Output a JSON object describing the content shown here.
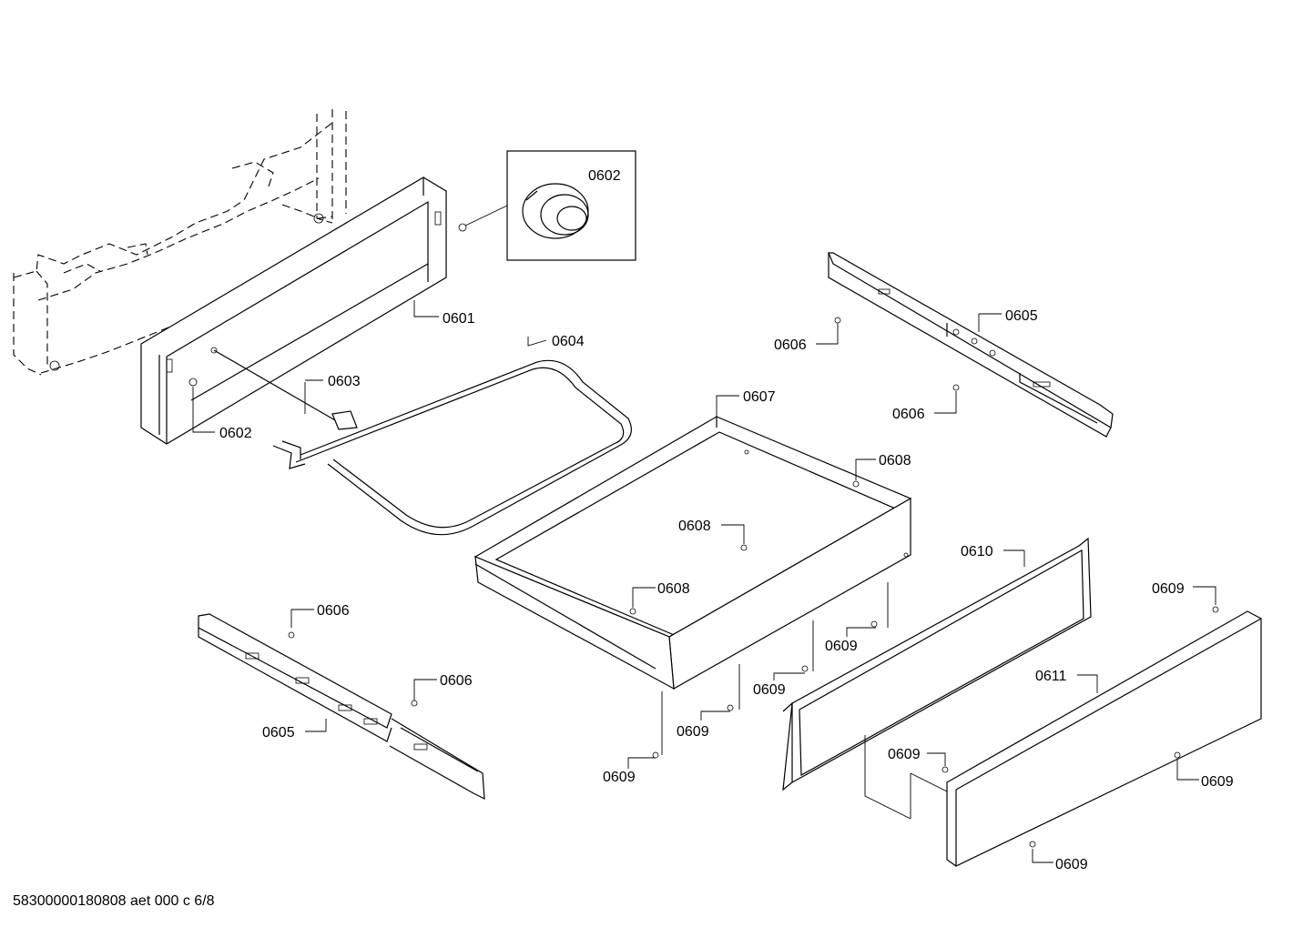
{
  "diagram": {
    "labels": {
      "c0601": "0601",
      "c0602a": "0602",
      "c0602b": "0602",
      "c0603": "0603",
      "c0604": "0604",
      "c0605a": "0605",
      "c0605b": "0605",
      "c0606a": "0606",
      "c0606b": "0606",
      "c0606c": "0606",
      "c0606d": "0606",
      "c0607": "0607",
      "c0608a": "0608",
      "c0608b": "0608",
      "c0608c": "0608",
      "c0609a": "0609",
      "c0609b": "0609",
      "c0609c": "0609",
      "c0609d": "0609",
      "c0609e": "0609",
      "c0609f": "0609",
      "c0609g": "0609",
      "c0609h": "0609",
      "c0610": "0610",
      "c0611": "0611"
    },
    "footer": "58300000180808 aet 000 c 6/8"
  }
}
